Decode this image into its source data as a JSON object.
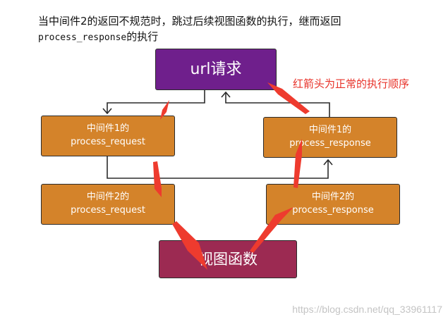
{
  "caption": {
    "line1": "当中间件2的返回不规范时，跳过后续视图函数的执行，继而返回",
    "line2_code": "process_response",
    "line2_suffix": "的执行"
  },
  "url_box": {
    "label": "url请求"
  },
  "req1": {
    "line1": "中间件1的",
    "line2": "process_request"
  },
  "req2": {
    "line1": "中间件2的",
    "line2": "process_request"
  },
  "resp1": {
    "line1": "中间件1的",
    "line2": "process_response"
  },
  "resp2": {
    "line1": "中间件2的",
    "line2": "process_response"
  },
  "view_box": {
    "label": "视图函数"
  },
  "note": "红箭头为正常的执行顺序",
  "watermark": "https://blog.csdn.net/qq_33961117",
  "colors": {
    "middleware": "#d4832a",
    "url": "#6f1f8c",
    "view": "#9c2a52",
    "red_arrow": "#ee3b2e",
    "connector": "#2b2b2b"
  }
}
